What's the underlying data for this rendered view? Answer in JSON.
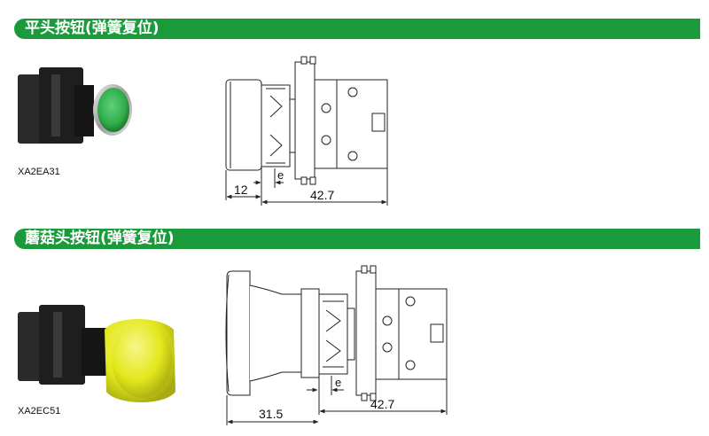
{
  "sections": [
    {
      "title": "平头按钮(弹簧复位)",
      "product_code": "XA2EA31",
      "dim_front": "12",
      "dim_e": "e",
      "dim_body": "42.7",
      "button_color": "#2fae4a"
    },
    {
      "title": "蘑菇头按钮(弹簧复位)",
      "product_code": "XA2EC51",
      "dim_front": "31.5",
      "dim_e": "e",
      "dim_body": "42.7",
      "button_color": "#e3e81c"
    }
  ],
  "colors": {
    "banner": "#1a9a3a",
    "line": "#222222"
  }
}
